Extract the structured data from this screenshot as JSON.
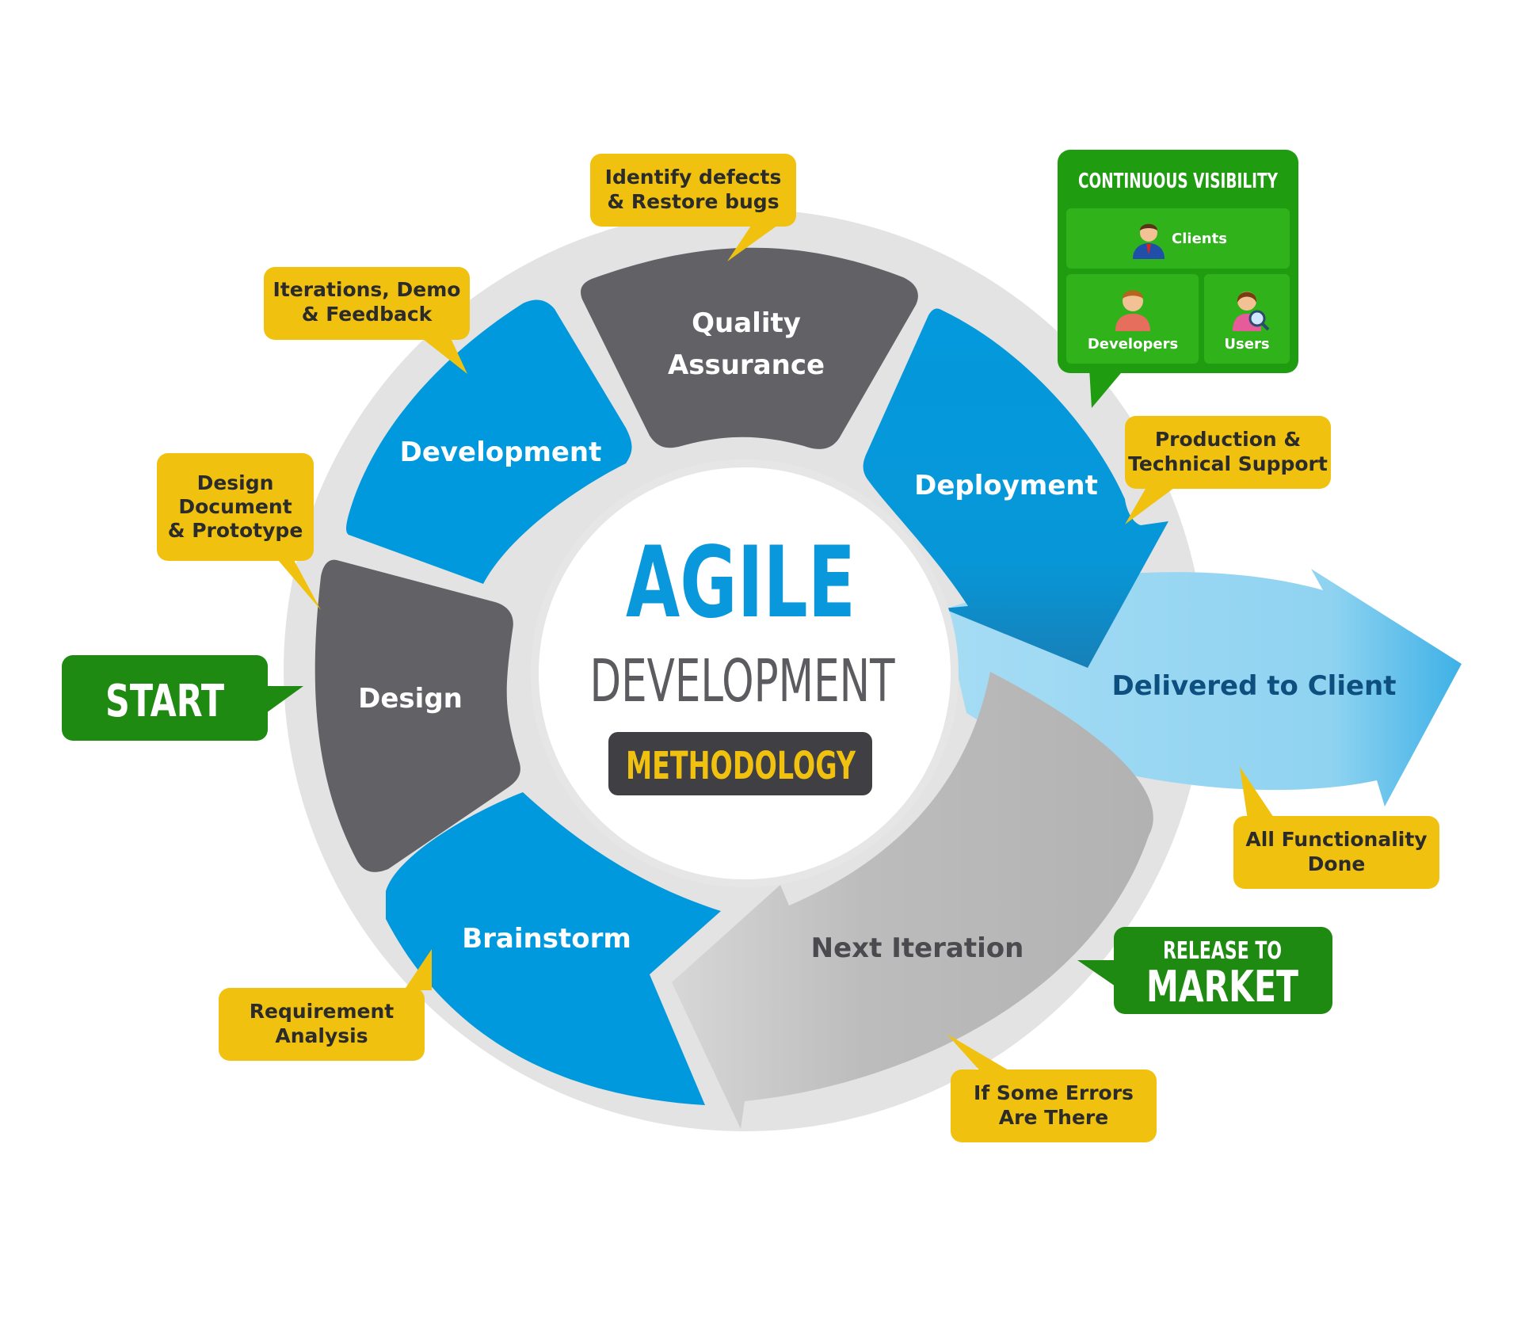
{
  "center": {
    "title_line1": "AGILE",
    "title_line2": "DEVELOPMENT",
    "badge": "METHODOLOGY"
  },
  "segments": {
    "design": "Design",
    "development": "Development",
    "qa_line1": "Quality",
    "qa_line2": "Assurance",
    "deployment": "Deployment",
    "brainstorm": "Brainstorm",
    "next_iteration": "Next Iteration",
    "delivered": "Delivered to Client"
  },
  "notes": {
    "design_doc": [
      "Design",
      "Document",
      "& Prototype"
    ],
    "iterations": [
      "Iterations, Demo",
      "& Feedback"
    ],
    "defects": [
      "Identify defects",
      "& Restore bugs"
    ],
    "production": [
      "Production &",
      "Technical Support"
    ],
    "functionality": [
      "All Functionality",
      "Done"
    ],
    "errors": [
      "If Some Errors",
      "Are There"
    ],
    "requirement": [
      "Requirement",
      "Analysis"
    ]
  },
  "start": "START",
  "release": {
    "line1": "RELEASE TO",
    "line2": "MARKET"
  },
  "visibility": {
    "title": "CONTINUOUS VISIBILITY",
    "clients": "Clients",
    "developers": "Developers",
    "users": "Users"
  },
  "colors": {
    "blue": "#0099dd",
    "dark_gray": "#616166",
    "light_gray": "#b5b5b5",
    "ring": "#e3e3e3",
    "yellow": "#f0c20f",
    "green": "#1f8a12",
    "light_blue": "#8fd3f1",
    "title_blue": "#0a98dc"
  }
}
